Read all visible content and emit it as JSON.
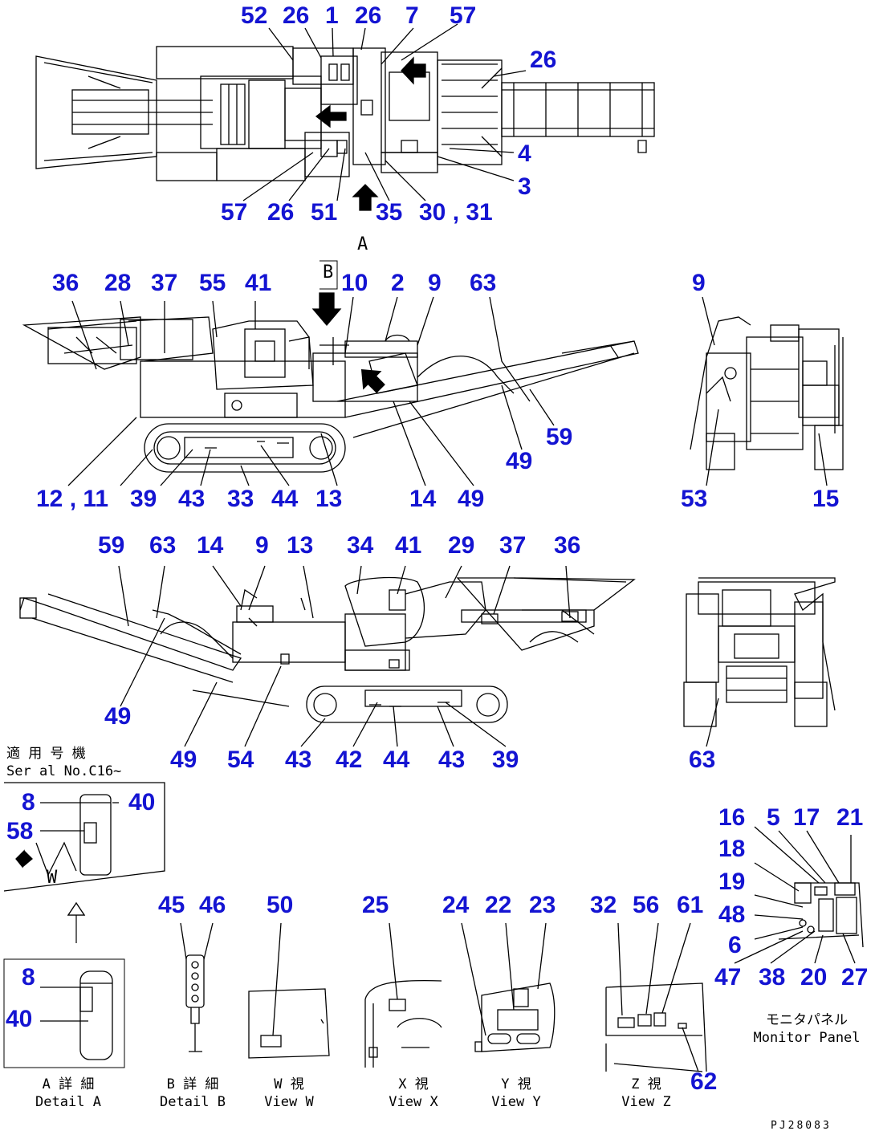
{
  "colors": {
    "callout": "#1414d2",
    "line": "#000000",
    "background": "#ffffff"
  },
  "icons": {
    "arrow": "solid-arrow-icon",
    "outline_arrow": "outline-arrow-icon"
  },
  "callouts": [
    {
      "id": "t52",
      "text": "52"
    },
    {
      "id": "t26a",
      "text": "26"
    },
    {
      "id": "t1",
      "text": "1"
    },
    {
      "id": "t26b",
      "text": "26"
    },
    {
      "id": "t7",
      "text": "7"
    },
    {
      "id": "t57a",
      "text": "57"
    },
    {
      "id": "t26c",
      "text": "26"
    },
    {
      "id": "t4",
      "text": "4"
    },
    {
      "id": "t3",
      "text": "3"
    },
    {
      "id": "t57b",
      "text": "57"
    },
    {
      "id": "t26d",
      "text": "26"
    },
    {
      "id": "t51",
      "text": "51"
    },
    {
      "id": "t35",
      "text": "35"
    },
    {
      "id": "t30_31",
      "text": "30 , 31"
    },
    {
      "id": "t36a",
      "text": "36"
    },
    {
      "id": "t28",
      "text": "28"
    },
    {
      "id": "t37a",
      "text": "37"
    },
    {
      "id": "t55",
      "text": "55"
    },
    {
      "id": "t41a",
      "text": "41"
    },
    {
      "id": "t10",
      "text": "10"
    },
    {
      "id": "t2",
      "text": "2"
    },
    {
      "id": "t9a",
      "text": "9"
    },
    {
      "id": "t63a",
      "text": "63"
    },
    {
      "id": "t59a",
      "text": "59"
    },
    {
      "id": "t49a",
      "text": "49"
    },
    {
      "id": "t12_11",
      "text": "12 , 11"
    },
    {
      "id": "t39a",
      "text": "39"
    },
    {
      "id": "t43a",
      "text": "43"
    },
    {
      "id": "t33",
      "text": "33"
    },
    {
      "id": "t44a",
      "text": "44"
    },
    {
      "id": "t13a",
      "text": "13"
    },
    {
      "id": "t14a",
      "text": "14"
    },
    {
      "id": "t49b",
      "text": "49"
    },
    {
      "id": "t9b",
      "text": "9"
    },
    {
      "id": "t53",
      "text": "53"
    },
    {
      "id": "t15",
      "text": "15"
    },
    {
      "id": "t59b",
      "text": "59"
    },
    {
      "id": "t63b",
      "text": "63"
    },
    {
      "id": "t14b",
      "text": "14"
    },
    {
      "id": "t9c",
      "text": "9"
    },
    {
      "id": "t13b",
      "text": "13"
    },
    {
      "id": "t34",
      "text": "34"
    },
    {
      "id": "t41b",
      "text": "41"
    },
    {
      "id": "t29",
      "text": "29"
    },
    {
      "id": "t37b",
      "text": "37"
    },
    {
      "id": "t36b",
      "text": "36"
    },
    {
      "id": "t49c",
      "text": "49"
    },
    {
      "id": "t49d",
      "text": "49"
    },
    {
      "id": "t54",
      "text": "54"
    },
    {
      "id": "t43b",
      "text": "43"
    },
    {
      "id": "t42",
      "text": "42"
    },
    {
      "id": "t44b",
      "text": "44"
    },
    {
      "id": "t43c",
      "text": "43"
    },
    {
      "id": "t39b",
      "text": "39"
    },
    {
      "id": "t63c",
      "text": "63"
    },
    {
      "id": "t8a",
      "text": "8"
    },
    {
      "id": "t40a",
      "text": "40"
    },
    {
      "id": "t58",
      "text": "58"
    },
    {
      "id": "t8b",
      "text": "8"
    },
    {
      "id": "t40b",
      "text": "40"
    },
    {
      "id": "t45",
      "text": "45"
    },
    {
      "id": "t46",
      "text": "46"
    },
    {
      "id": "t50",
      "text": "50"
    },
    {
      "id": "t25",
      "text": "25"
    },
    {
      "id": "t24",
      "text": "24"
    },
    {
      "id": "t22",
      "text": "22"
    },
    {
      "id": "t23",
      "text": "23"
    },
    {
      "id": "t32",
      "text": "32"
    },
    {
      "id": "t56",
      "text": "56"
    },
    {
      "id": "t61",
      "text": "61"
    },
    {
      "id": "t62",
      "text": "62"
    },
    {
      "id": "t16",
      "text": "16"
    },
    {
      "id": "t5",
      "text": "5"
    },
    {
      "id": "t17",
      "text": "17"
    },
    {
      "id": "t21",
      "text": "21"
    },
    {
      "id": "t18",
      "text": "18"
    },
    {
      "id": "t19",
      "text": "19"
    },
    {
      "id": "t48",
      "text": "48"
    },
    {
      "id": "t6",
      "text": "6"
    },
    {
      "id": "t47",
      "text": "47"
    },
    {
      "id": "t38",
      "text": "38"
    },
    {
      "id": "t20",
      "text": "20"
    },
    {
      "id": "t27",
      "text": "27"
    }
  ],
  "view_letters": {
    "a": "A",
    "b": "B",
    "w": "W"
  },
  "captions": {
    "serial_jp": "適 用 号 機",
    "serial_en": "Ser al No.C16~",
    "detail_a_jp": "A 詳 細",
    "detail_a_en": "Detail A",
    "detail_b_jp": "B 詳 細",
    "detail_b_en": "Detail B",
    "view_w_jp": "W 視",
    "view_w_en": "View W",
    "view_x_jp": "X 視",
    "view_x_en": "View X",
    "view_y_jp": "Y 視",
    "view_y_en": "View Y",
    "view_z_jp": "Z 視",
    "view_z_en": "View Z",
    "monitor_jp": "モニタパネル",
    "monitor_en": "Monitor Panel"
  },
  "drawing_code": "PJ28083"
}
